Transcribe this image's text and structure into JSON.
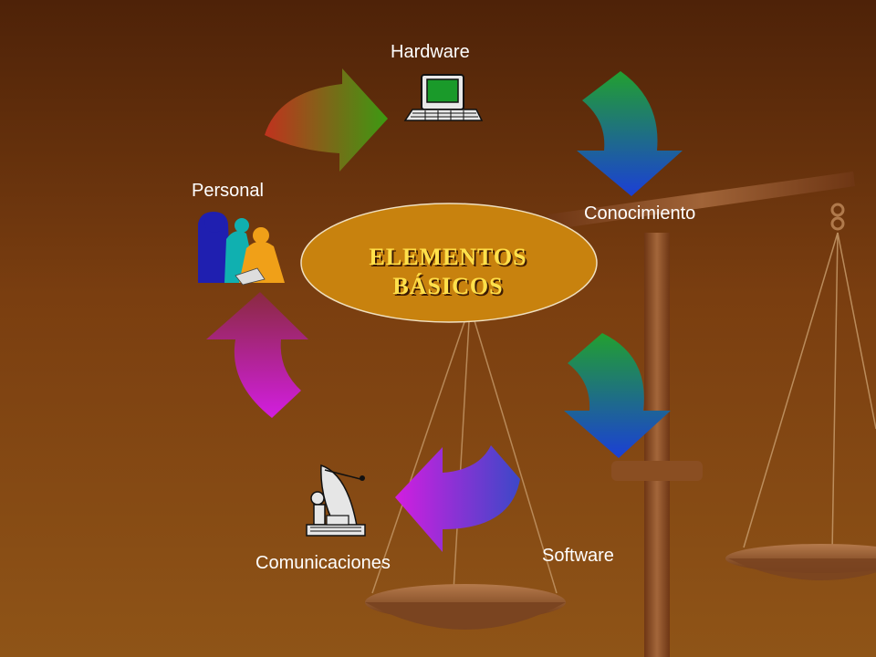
{
  "diagram": {
    "center": {
      "line1": "ELEMENTOS",
      "line2": "BÁSICOS"
    },
    "nodes": [
      {
        "id": "hardware",
        "label": "Hardware",
        "icon": "computer-icon"
      },
      {
        "id": "conocimiento",
        "label": "Conocimiento",
        "icon": ""
      },
      {
        "id": "software",
        "label": "Software",
        "icon": ""
      },
      {
        "id": "comunicaciones",
        "label": "Comunicaciones",
        "icon": "satellite-dish-icon"
      },
      {
        "id": "personal",
        "label": "Personal",
        "icon": "people-icon"
      }
    ],
    "edges": [
      {
        "from": "personal",
        "to": "hardware",
        "gradient": [
          "#c0321e",
          "#3c9a12"
        ]
      },
      {
        "from": "hardware",
        "to": "conocimiento",
        "gradient": [
          "#22a030",
          "#1b3fd6"
        ]
      },
      {
        "from": "conocimiento",
        "to": "software",
        "gradient": [
          "#22a030",
          "#1b3fd6"
        ]
      },
      {
        "from": "software",
        "to": "comunicaciones",
        "gradient": [
          "#3c48c8",
          "#d21ee0"
        ]
      },
      {
        "from": "comunicaciones",
        "to": "personal",
        "gradient": [
          "#d21ee0",
          "#8a2a40"
        ]
      }
    ]
  },
  "colors": {
    "ellipse_fill": "#c8820e",
    "title_text": "#ffe04a",
    "scale_wood": "#8a4e22"
  }
}
